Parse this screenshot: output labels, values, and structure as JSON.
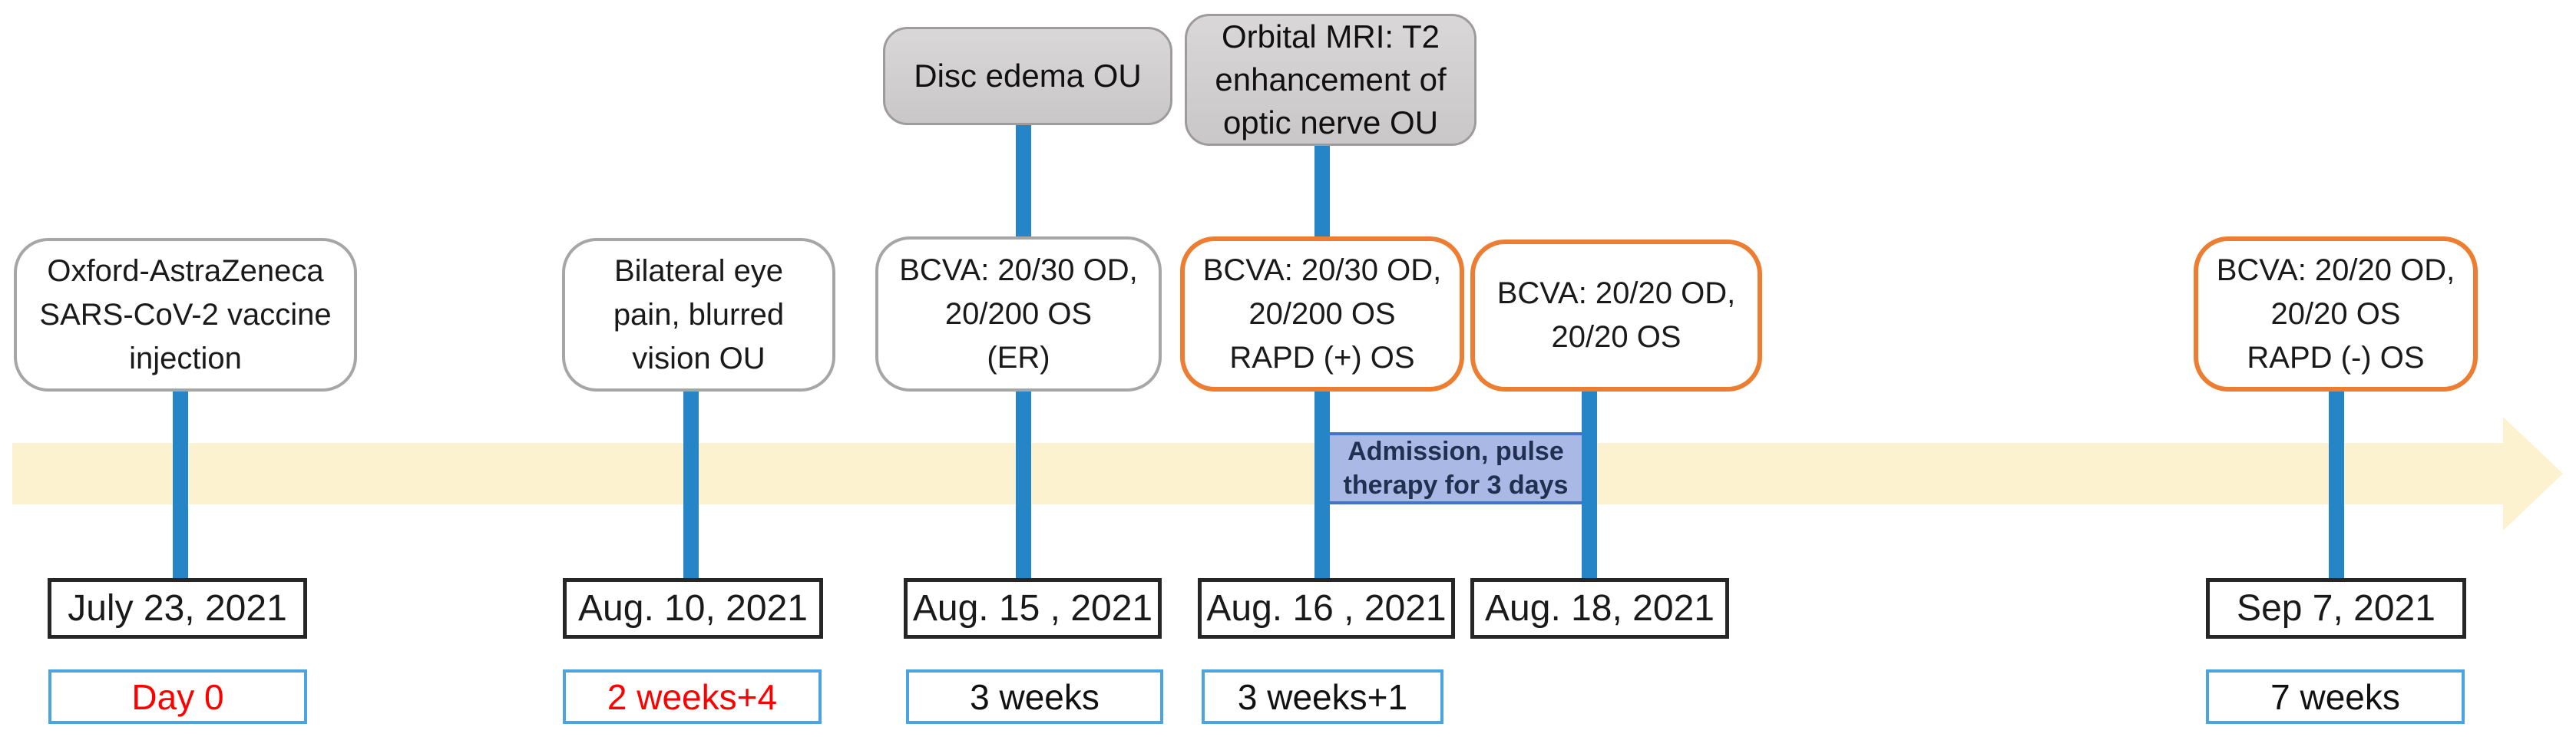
{
  "figure": {
    "type": "clinical-timeline",
    "colors": {
      "timeline_arrow": "#FCF2CF",
      "connector_blue": "#2585C7",
      "event_border_gray": "#A6A6A6",
      "event_border_orange": "#ED7D31",
      "finding_fill_gray": "#D2D0D0",
      "date_border_black": "#262626",
      "interval_border_blue": "#4BA3DF",
      "interval_text_red": "#FF0000",
      "treatment_fill": "#A9B8E4",
      "treatment_border": "#4472C4"
    }
  },
  "top_findings": [
    {
      "label": "Disc edema OU"
    },
    {
      "label": "Orbital MRI: T2\nenhancement of\noptic nerve OU"
    }
  ],
  "events": [
    {
      "label": "Oxford-AstraZeneca\nSARS-CoV-2 vaccine\ninjection",
      "date": "July 23, 2021",
      "interval": "Day 0"
    },
    {
      "label": "Bilateral eye\npain, blurred\nvision OU",
      "date": "Aug. 10, 2021",
      "interval": "2 weeks+4"
    },
    {
      "label": "BCVA: 20/30 OD,\n20/200 OS\n(ER)",
      "date": "Aug. 15 , 2021",
      "interval": "3 weeks"
    },
    {
      "label": "BCVA: 20/30 OD,\n20/200 OS\nRAPD (+) OS",
      "date": "Aug. 16 , 2021",
      "interval": "3 weeks+1"
    },
    {
      "label": "BCVA: 20/20 OD,\n20/20 OS",
      "date": "Aug. 18, 2021",
      "interval": ""
    },
    {
      "label": "BCVA: 20/20 OD,\n20/20 OS\nRAPD (-) OS",
      "date": "Sep 7, 2021",
      "interval": "7 weeks"
    }
  ],
  "treatment": {
    "label": "Admission, pulse\ntherapy for 3 days"
  }
}
